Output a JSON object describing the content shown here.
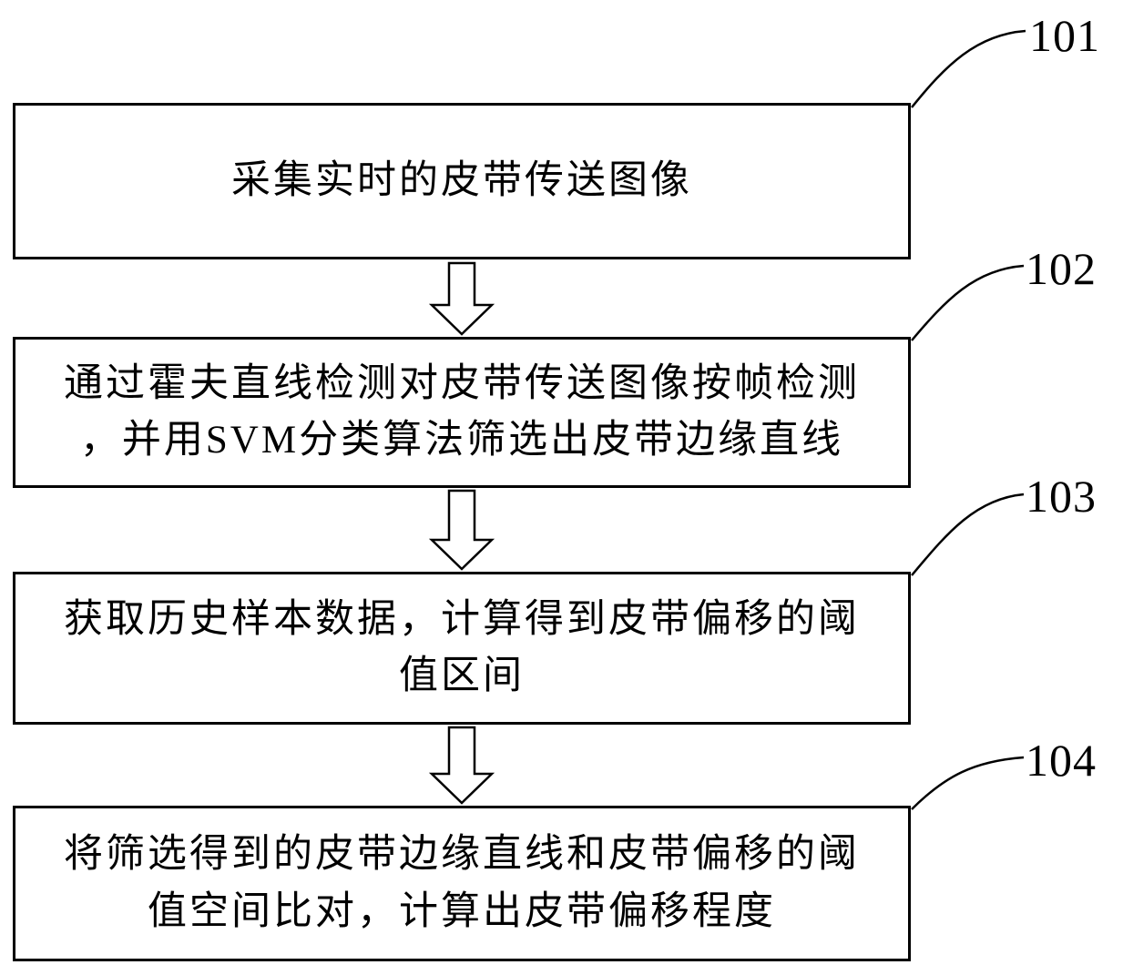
{
  "figure": {
    "background_color": "#ffffff",
    "line_color": "#000000",
    "type": "flowchart"
  },
  "steps": [
    {
      "label": "101",
      "lines": [
        "采集实时的皮带传送图像"
      ]
    },
    {
      "label": "102",
      "lines": [
        "通过霍夫直线检测对皮带传送图像按帧检测",
        "，并用SVM分类算法筛选出皮带边缘直线"
      ]
    },
    {
      "label": "103",
      "lines": [
        "获取历史样本数据，计算得到皮带偏移的阈",
        "值区间"
      ]
    },
    {
      "label": "104",
      "lines": [
        "将筛选得到的皮带边缘直线和皮带偏移的阈",
        "值空间比对，计算出皮带偏移程度"
      ]
    }
  ]
}
